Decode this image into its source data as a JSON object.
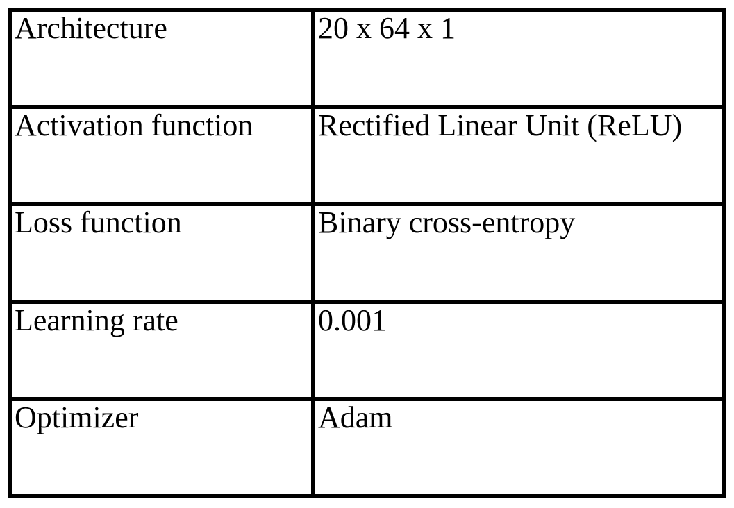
{
  "table": {
    "rows": [
      {
        "parameter": "Architecture",
        "value": "20 x 64 x 1"
      },
      {
        "parameter": "Activation function",
        "value": "Rectified Linear Unit (ReLU)"
      },
      {
        "parameter": "Loss function",
        "value": "Binary cross-entropy"
      },
      {
        "parameter": "Learning rate",
        "value": "0.001"
      },
      {
        "parameter": "Optimizer",
        "value": "Adam"
      }
    ]
  }
}
